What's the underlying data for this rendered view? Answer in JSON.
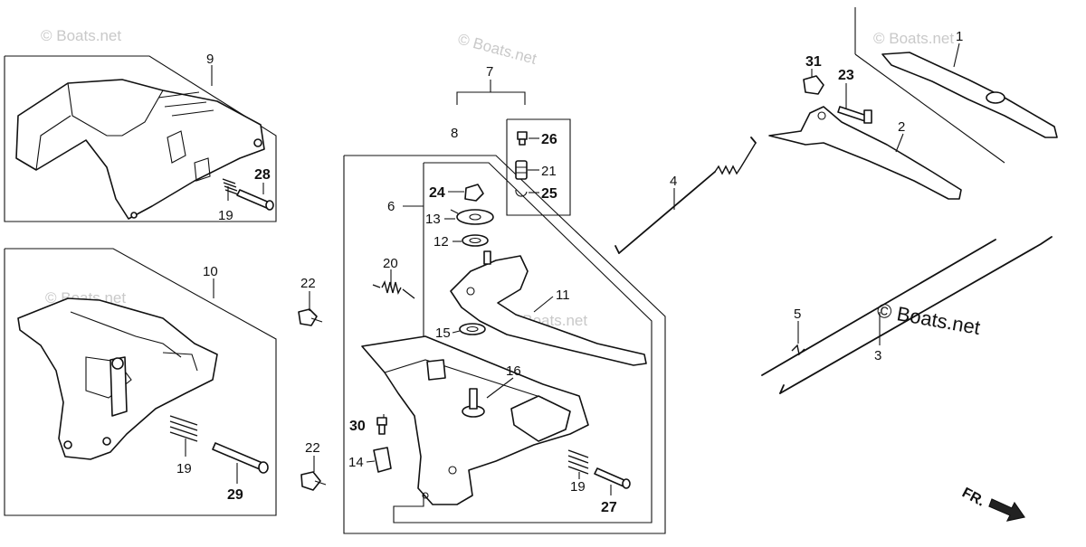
{
  "watermark": {
    "text": "© Boats.net"
  },
  "direction_indicator": {
    "label": "FR."
  },
  "callouts": [
    {
      "id": "c1",
      "text": "1"
    },
    {
      "id": "c2",
      "text": "2"
    },
    {
      "id": "c3",
      "text": "3"
    },
    {
      "id": "c4",
      "text": "4"
    },
    {
      "id": "c5",
      "text": "5"
    },
    {
      "id": "c6",
      "text": "6"
    },
    {
      "id": "c7",
      "text": "7"
    },
    {
      "id": "c8",
      "text": "8"
    },
    {
      "id": "c9",
      "text": "9"
    },
    {
      "id": "c10",
      "text": "10"
    },
    {
      "id": "c11",
      "text": "11"
    },
    {
      "id": "c12",
      "text": "12"
    },
    {
      "id": "c13",
      "text": "13"
    },
    {
      "id": "c14",
      "text": "14"
    },
    {
      "id": "c15",
      "text": "15"
    },
    {
      "id": "c16",
      "text": "16"
    },
    {
      "id": "c19a",
      "text": "19"
    },
    {
      "id": "c19b",
      "text": "19"
    },
    {
      "id": "c19c",
      "text": "19"
    },
    {
      "id": "c20",
      "text": "20"
    },
    {
      "id": "c21",
      "text": "21"
    },
    {
      "id": "c22a",
      "text": "22"
    },
    {
      "id": "c22b",
      "text": "22"
    },
    {
      "id": "c23",
      "text": "23"
    },
    {
      "id": "c24",
      "text": "24"
    },
    {
      "id": "c25",
      "text": "25"
    },
    {
      "id": "c26",
      "text": "26"
    },
    {
      "id": "c27",
      "text": "27"
    },
    {
      "id": "c28",
      "text": "28"
    },
    {
      "id": "c29",
      "text": "29"
    },
    {
      "id": "c30",
      "text": "30"
    },
    {
      "id": "c31",
      "text": "31"
    }
  ]
}
